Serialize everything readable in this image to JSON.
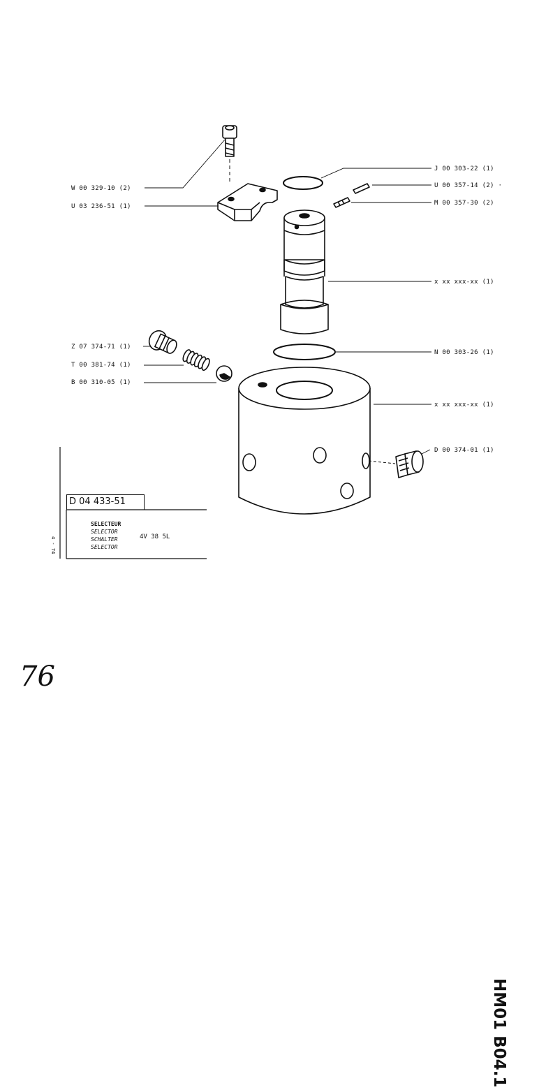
{
  "parts_left": [
    {
      "id": "w00",
      "label": "W 00 329-10 (2)"
    },
    {
      "id": "u03",
      "label": "U 03 236-51 (1)"
    },
    {
      "id": "z07",
      "label": "Z 07 374-71 (1)"
    },
    {
      "id": "t00",
      "label": "T 00 381-74 (1)"
    },
    {
      "id": "b00",
      "label": "B 00 310-05 (1)"
    }
  ],
  "parts_right": [
    {
      "id": "j00",
      "label": "J 00 303-22 (1)"
    },
    {
      "id": "u00",
      "label": "U 00 357-14 (2) ·"
    },
    {
      "id": "m00",
      "label": "M 00 357-30 (2)"
    },
    {
      "id": "xx1",
      "label": "x xx xxx-xx (1)"
    },
    {
      "id": "n00",
      "label": "N 00 303-26 (1)"
    },
    {
      "id": "xx2",
      "label": "x xx xxx-xx (1)"
    },
    {
      "id": "d00",
      "label": "D 00 374-01 (1)"
    }
  ],
  "title_block": {
    "side_code": "HM01 B04.1",
    "drawing_number": "D 04 433-51",
    "date_code": "4 - 74",
    "names": [
      "SELECTEUR",
      "SELECTOR",
      "SCHALTER",
      "SELECTOR"
    ],
    "model": "4V 38 5L"
  },
  "page_number": "76"
}
